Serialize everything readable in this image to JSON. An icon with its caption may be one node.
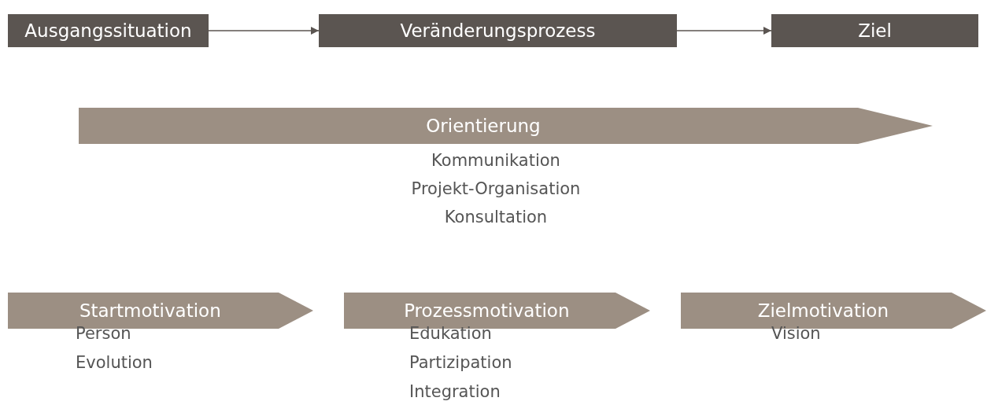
{
  "diagram": {
    "nodes": [
      {
        "text": [
          "Ausgangssituation"
        ]
      },
      {
        "text": [
          "Veränderungsprozess"
        ]
      },
      {
        "text": [
          "Ziel"
        ]
      },
      {
        "text": [
          "Orientierung"
        ],
        "beside": [
          "Kommunikation",
          "Projekt-Organisation",
          "Konsultation"
        ]
      },
      {
        "text": [
          "Startmotivation"
        ],
        "beside": [
          "Person",
          "Evolution"
        ]
      },
      {
        "text": [
          "Prozessmotivation"
        ],
        "beside": [
          "Edukation",
          "Partizipation",
          "Integration"
        ]
      },
      {
        "text": [
          "Zielmotivation"
        ],
        "beside": [
          "Vision"
        ]
      }
    ],
    "edges": [
      {
        "from": 0,
        "to": 1,
        "arrow": "to"
      },
      {
        "from": 1,
        "to": 2,
        "arrow": "to"
      }
    ]
  }
}
